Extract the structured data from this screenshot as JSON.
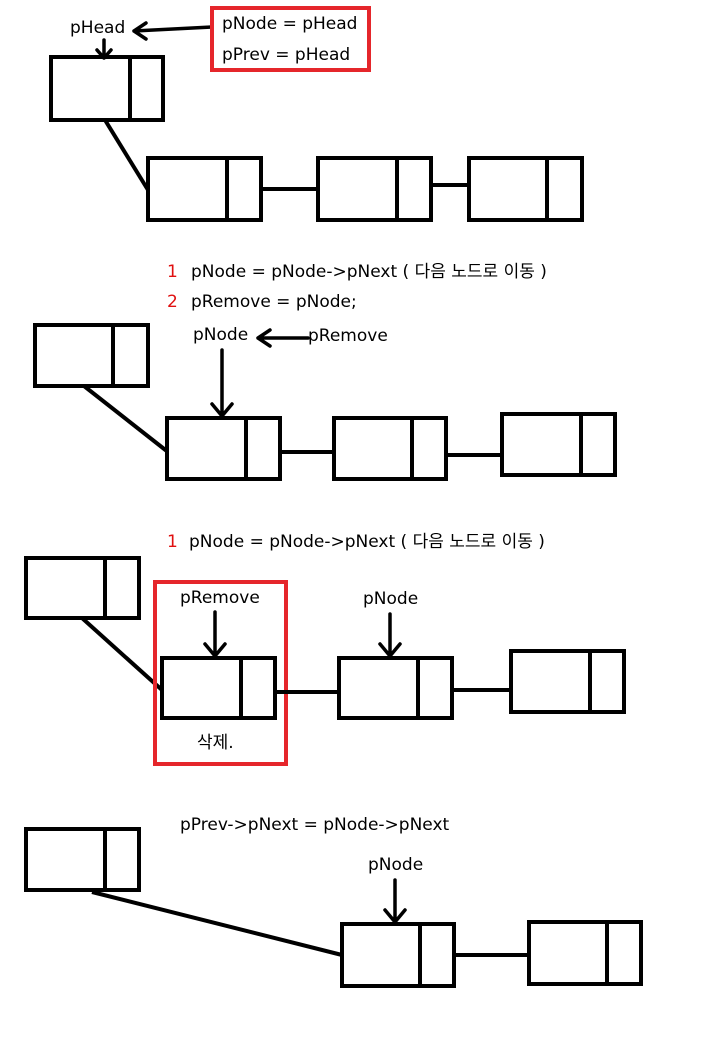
{
  "step1": {
    "head_label": "pHead",
    "code_line_1": "pNode = pHead",
    "code_line_2": "pPrev  = pHead"
  },
  "step2": {
    "line1_num": "1",
    "line1_text": "pNode = pNode->pNext ( 다음 노드로 이동 )",
    "line2_num": "2",
    "line2_text": "pRemove = pNode;",
    "node_label": "pNode",
    "remove_label": "pRemove"
  },
  "step3": {
    "line1_num": "1",
    "line1_text": "pNode = pNode->pNext ( 다음 노드로 이동 )",
    "remove_label": "pRemove",
    "node_label": "pNode",
    "delete_label": "삭제."
  },
  "step4": {
    "code_text": "pPrev->pNext = pNode->pNext",
    "node_label": "pNode"
  },
  "colors": {
    "highlight_red": "#e5262b",
    "number_red": "#e01010",
    "ink": "#000000"
  }
}
